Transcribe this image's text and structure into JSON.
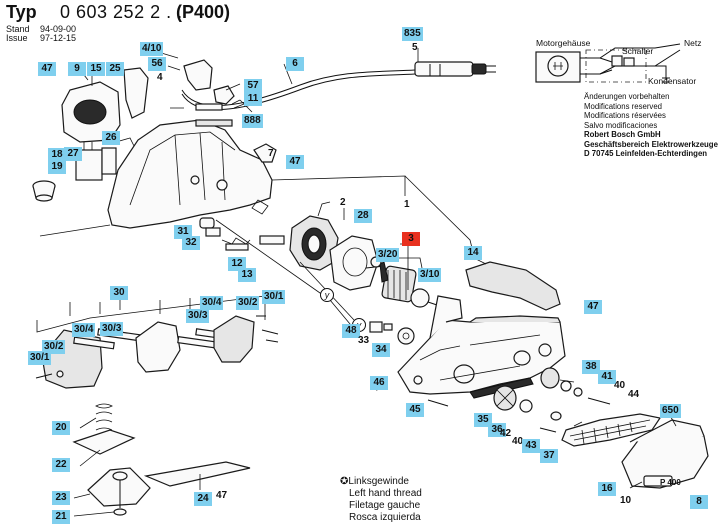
{
  "header": {
    "typ_label": "Typ",
    "typ_number": "0 603 252 2 . .",
    "model": "(P400)",
    "stand_label": "Stand",
    "stand_date": "94-09-00",
    "issue_label": "Issue",
    "issue_date": "97-12-15"
  },
  "wiring": {
    "motor_label": "Motorgehäuse",
    "switch_label": "Schalter",
    "mains_label": "Netz",
    "capacitor_label": "Kondensator"
  },
  "notes": [
    "Änderungen vorbehalten",
    "Modifications reserved",
    "Modifications réservées",
    "Salvo modificaciones"
  ],
  "company": [
    "Robert Bosch GmbH",
    "Geschäftsbereich Elektrowerkzeuge",
    "D 70745 Leinfelden-Echterdingen"
  ],
  "legend": {
    "symbol": "✪",
    "lines": [
      "Linksgewinde",
      "Left hand thread",
      "Filetage gauche",
      "Rosca izquierda"
    ]
  },
  "callouts": [
    {
      "id": "c-4-10",
      "text": "4/10"
    },
    {
      "id": "c-56",
      "text": "56"
    },
    {
      "id": "c-4",
      "text": "4"
    },
    {
      "id": "c-835",
      "text": "835"
    },
    {
      "id": "c-5",
      "text": "5"
    },
    {
      "id": "c-6",
      "text": "6"
    },
    {
      "id": "c-47a",
      "text": "47"
    },
    {
      "id": "c-9",
      "text": "9"
    },
    {
      "id": "c-15",
      "text": "15"
    },
    {
      "id": "c-25",
      "text": "25"
    },
    {
      "id": "c-57",
      "text": "57"
    },
    {
      "id": "c-11",
      "text": "11"
    },
    {
      "id": "c-888",
      "text": "888"
    },
    {
      "id": "c-26",
      "text": "26"
    },
    {
      "id": "c-18",
      "text": "18"
    },
    {
      "id": "c-27",
      "text": "27"
    },
    {
      "id": "c-19",
      "text": "19"
    },
    {
      "id": "c-7",
      "text": "7"
    },
    {
      "id": "c-47b",
      "text": "47"
    },
    {
      "id": "c-2",
      "text": "2"
    },
    {
      "id": "c-1",
      "text": "1"
    },
    {
      "id": "c-28",
      "text": "28"
    },
    {
      "id": "c-3",
      "text": "3"
    },
    {
      "id": "c-3-20",
      "text": "3/20"
    },
    {
      "id": "c-3-10",
      "text": "3/10"
    },
    {
      "id": "c-14",
      "text": "14"
    },
    {
      "id": "c-31",
      "text": "31"
    },
    {
      "id": "c-32",
      "text": "32"
    },
    {
      "id": "c-12",
      "text": "12"
    },
    {
      "id": "c-13",
      "text": "13"
    },
    {
      "id": "c-30",
      "text": "30"
    },
    {
      "id": "c-30-4a",
      "text": "30/4"
    },
    {
      "id": "c-30-2a",
      "text": "30/2"
    },
    {
      "id": "c-30-1a",
      "text": "30/1"
    },
    {
      "id": "c-30-3a",
      "text": "30/3"
    },
    {
      "id": "c-30-4b",
      "text": "30/4"
    },
    {
      "id": "c-30-3b",
      "text": "30/3"
    },
    {
      "id": "c-30-2b",
      "text": "30/2"
    },
    {
      "id": "c-30-1b",
      "text": "30/1"
    },
    {
      "id": "c-47c",
      "text": "47"
    },
    {
      "id": "c-48",
      "text": "48"
    },
    {
      "id": "c-33",
      "text": "33"
    },
    {
      "id": "c-34",
      "text": "34"
    },
    {
      "id": "c-46",
      "text": "46"
    },
    {
      "id": "c-45",
      "text": "45"
    },
    {
      "id": "c-38",
      "text": "38"
    },
    {
      "id": "c-41",
      "text": "41"
    },
    {
      "id": "c-40a",
      "text": "40"
    },
    {
      "id": "c-44",
      "text": "44"
    },
    {
      "id": "c-35",
      "text": "35"
    },
    {
      "id": "c-36",
      "text": "36"
    },
    {
      "id": "c-42",
      "text": "42"
    },
    {
      "id": "c-40b",
      "text": "40"
    },
    {
      "id": "c-43",
      "text": "43"
    },
    {
      "id": "c-37",
      "text": "37"
    },
    {
      "id": "c-650",
      "text": "650"
    },
    {
      "id": "c-20",
      "text": "20"
    },
    {
      "id": "c-22",
      "text": "22"
    },
    {
      "id": "c-23",
      "text": "23"
    },
    {
      "id": "c-24",
      "text": "24"
    },
    {
      "id": "c-47d",
      "text": "47"
    },
    {
      "id": "c-21",
      "text": "21"
    },
    {
      "id": "c-16",
      "text": "16"
    },
    {
      "id": "c-10",
      "text": "10"
    },
    {
      "id": "c-8",
      "text": "8"
    }
  ],
  "y_marker": "y",
  "nameplate_text": "P 400"
}
